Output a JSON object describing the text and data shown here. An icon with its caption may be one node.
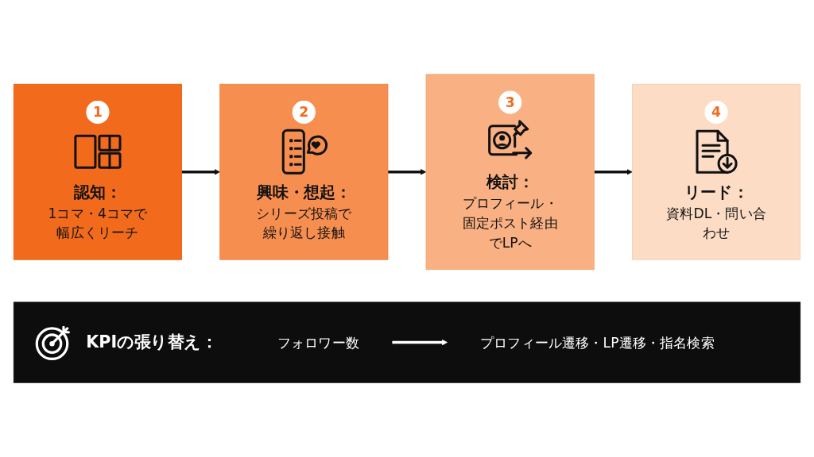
{
  "diagram": {
    "nodes": [
      {
        "text": [
          "1",
          "認知：",
          "1コマ・4コマで幅広くリーチ"
        ]
      },
      {
        "text": [
          "2",
          "興味・想起：",
          "シリーズ投稿で繰り返し接触"
        ]
      },
      {
        "text": [
          "3",
          "検討：",
          "プロフィール・固定ポスト経由でLPへ"
        ]
      },
      {
        "text": [
          "4",
          "リード：",
          "資料DL・問い合わせ"
        ]
      },
      {
        "text": [
          "KPIの張り替え："
        ]
      },
      {
        "text": [
          "フォロワー数"
        ],
        "in": 4
      },
      {
        "text": [
          "プロフィール遷移・LP遷移・指名検索"
        ],
        "in": 4
      }
    ],
    "edges": [
      {
        "from": 0,
        "to": 1,
        "arrow": "to"
      },
      {
        "from": 1,
        "to": 2,
        "arrow": "to"
      },
      {
        "from": 2,
        "to": 3,
        "arrow": "to"
      },
      {
        "from": 5,
        "to": 6,
        "arrow": "to",
        "color": "#ffffff"
      }
    ]
  }
}
